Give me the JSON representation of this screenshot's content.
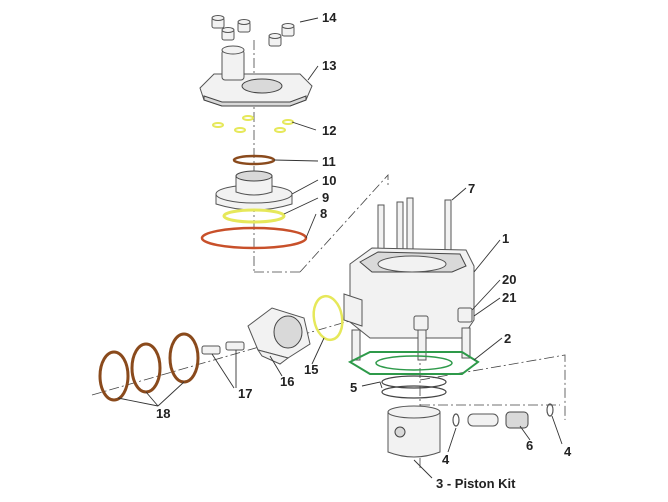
{
  "diagram": {
    "callouts": [
      {
        "id": "14",
        "label": "14"
      },
      {
        "id": "13",
        "label": "13"
      },
      {
        "id": "12",
        "label": "12"
      },
      {
        "id": "11",
        "label": "11"
      },
      {
        "id": "10",
        "label": "10"
      },
      {
        "id": "9",
        "label": "9"
      },
      {
        "id": "8",
        "label": "8"
      },
      {
        "id": "7",
        "label": "7"
      },
      {
        "id": "1",
        "label": "1"
      },
      {
        "id": "20",
        "label": "20"
      },
      {
        "id": "21",
        "label": "21"
      },
      {
        "id": "2",
        "label": "2"
      },
      {
        "id": "5",
        "label": "5"
      },
      {
        "id": "15",
        "label": "15"
      },
      {
        "id": "16",
        "label": "16"
      },
      {
        "id": "17",
        "label": "17"
      },
      {
        "id": "18",
        "label": "18"
      },
      {
        "id": "4a",
        "label": "4"
      },
      {
        "id": "4b",
        "label": "4"
      },
      {
        "id": "6",
        "label": "6"
      },
      {
        "id": "3",
        "label": "3 - Piston Kit"
      }
    ],
    "colors": {
      "oring_orange": "#c8502a",
      "oring_brown": "#8a4a1c",
      "oring_yellow": "#e6e85a",
      "gasket_green": "#2e9a4a",
      "metal": "#f2f2f2",
      "outline": "#555555"
    }
  }
}
